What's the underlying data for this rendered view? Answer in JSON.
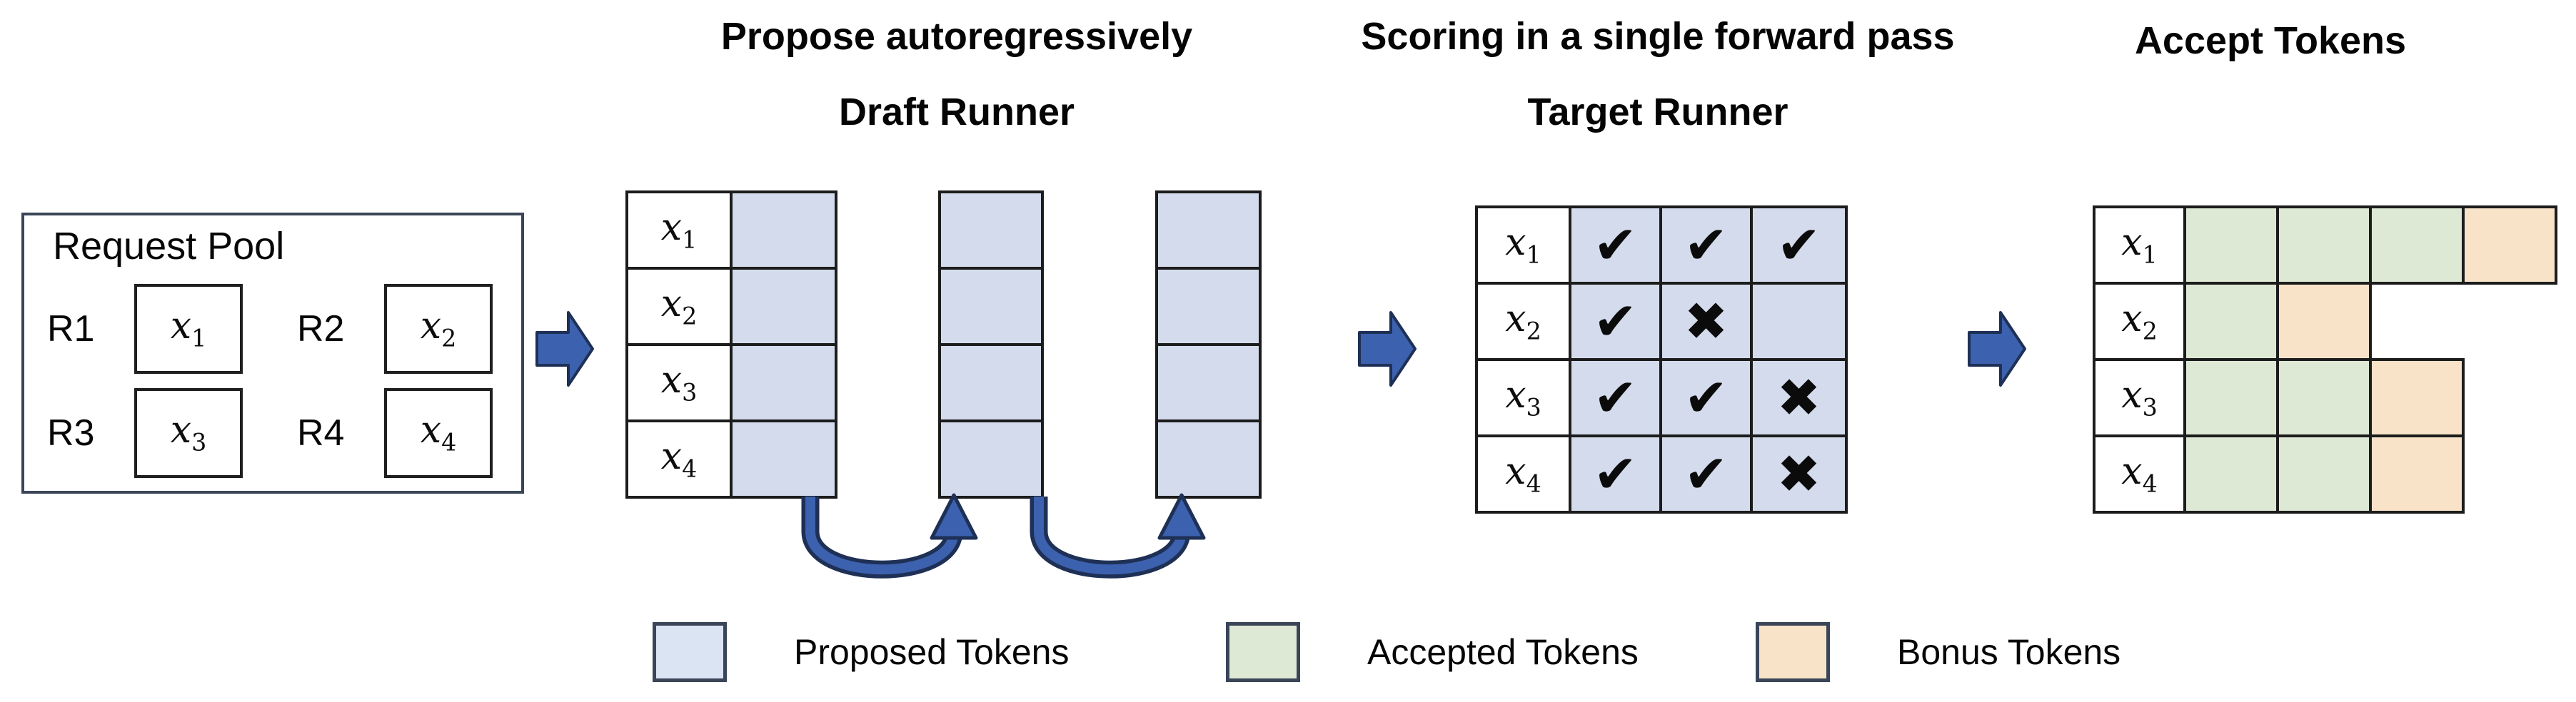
{
  "titles": {
    "propose": "Propose autoregressively",
    "draft_runner": "Draft Runner",
    "scoring": "Scoring in a single forward pass",
    "target_runner": "Target Runner",
    "accept": "Accept Tokens"
  },
  "request_pool": {
    "title": "Request Pool",
    "items": [
      {
        "id": "R1",
        "token_base": "x",
        "token_sub": "1"
      },
      {
        "id": "R2",
        "token_base": "x",
        "token_sub": "2"
      },
      {
        "id": "R3",
        "token_base": "x",
        "token_sub": "3"
      },
      {
        "id": "R4",
        "token_base": "x",
        "token_sub": "4"
      }
    ]
  },
  "tokens": [
    {
      "base": "x",
      "sub": "1"
    },
    {
      "base": "x",
      "sub": "2"
    },
    {
      "base": "x",
      "sub": "3"
    },
    {
      "base": "x",
      "sub": "4"
    }
  ],
  "draft": {
    "labeled_grid_rows": 4,
    "extra_step_grids": 2,
    "cells_per_column": 4
  },
  "target": {
    "rows": [
      {
        "marks": [
          "check",
          "check",
          "check"
        ]
      },
      {
        "marks": [
          "check",
          "cross",
          "none"
        ]
      },
      {
        "marks": [
          "check",
          "check",
          "cross"
        ]
      },
      {
        "marks": [
          "check",
          "check",
          "cross"
        ]
      }
    ]
  },
  "accept": {
    "rows": [
      {
        "cells": [
          "accepted",
          "accepted",
          "accepted",
          "bonus"
        ]
      },
      {
        "cells": [
          "accepted",
          "bonus"
        ]
      },
      {
        "cells": [
          "accepted",
          "accepted",
          "bonus"
        ]
      },
      {
        "cells": [
          "accepted",
          "accepted",
          "bonus"
        ]
      }
    ]
  },
  "legend": {
    "items": [
      {
        "key": "proposed",
        "label": "Proposed Tokens"
      },
      {
        "key": "accepted",
        "label": "Accepted Tokens"
      },
      {
        "key": "bonus",
        "label": "Bonus Tokens"
      }
    ]
  },
  "glyphs": {
    "check": "✔",
    "cross": "✖"
  },
  "colors": {
    "proposed": "#d3dbec",
    "proposed_legend": "#dbe4f2",
    "accepted": "#dde9d4",
    "bonus": "#f8e3c9",
    "arrow_fill": "#3c61ae",
    "arrow_outline": "#1e3055",
    "grid_line": "#1c1c1c",
    "box_border": "#3a4558"
  }
}
